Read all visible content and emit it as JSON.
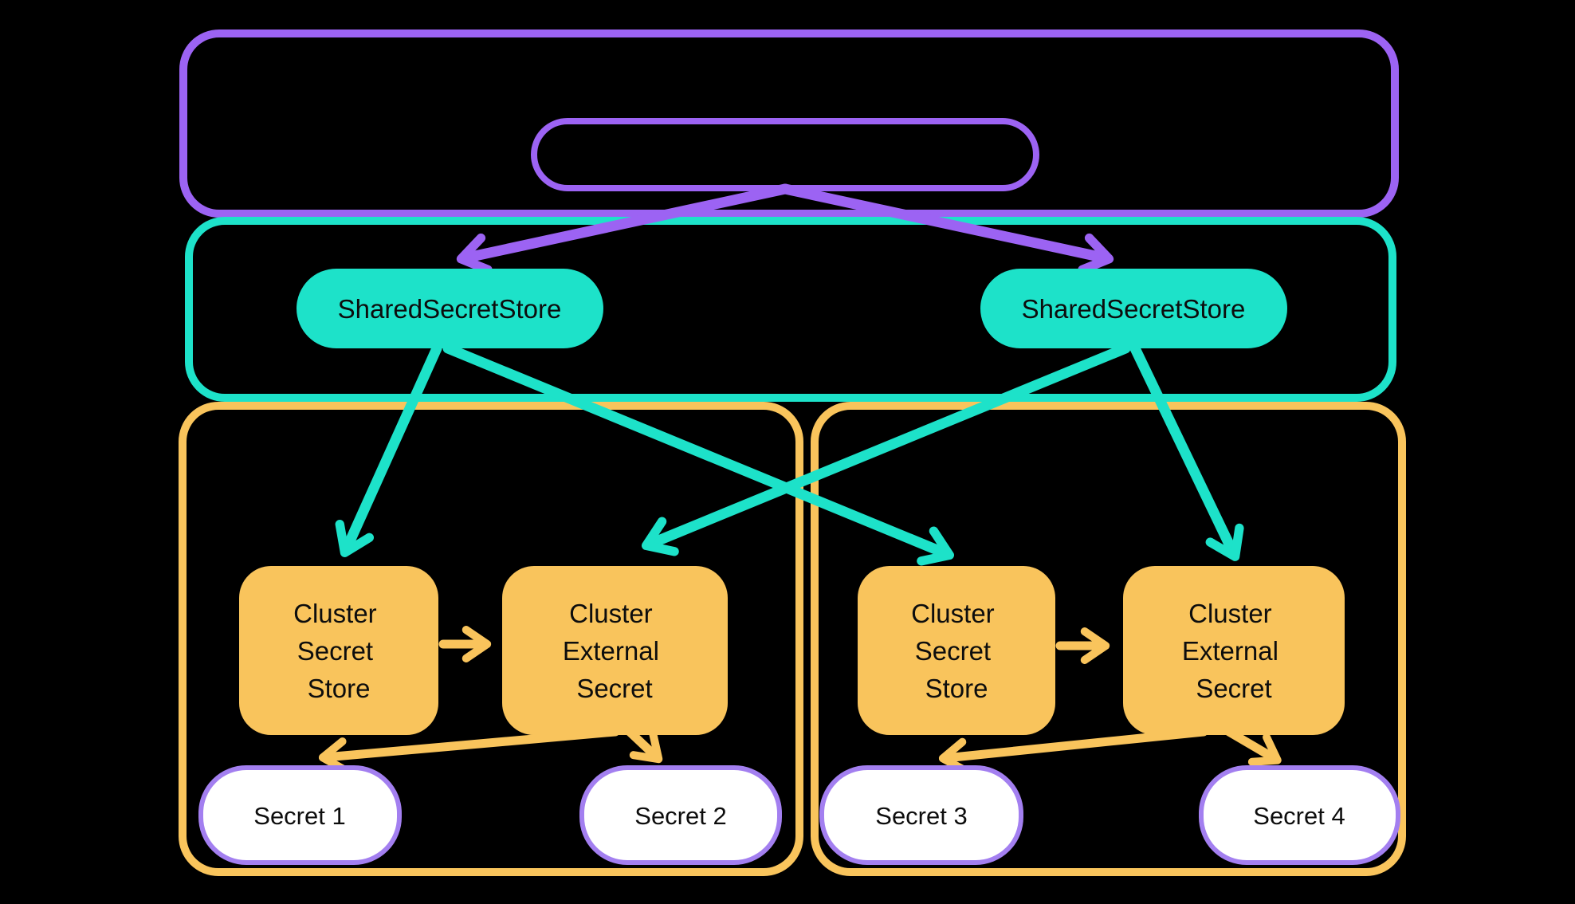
{
  "colors": {
    "background": "#000000",
    "purple": "#9c63f3",
    "teal": "#1de2c9",
    "yellow": "#f9c45c",
    "secret_border": "#a37ff0",
    "white": "#ffffff",
    "text": "#0d0d0d"
  },
  "management_section": {
    "note": ""
  },
  "shared_stores": [
    {
      "label": "SharedSecretStore"
    },
    {
      "label": "SharedSecretStore"
    }
  ],
  "clusters": [
    {
      "secret_store": {
        "lines": [
          "Cluster",
          "Secret",
          "Store"
        ]
      },
      "external_secret": {
        "lines": [
          "Cluster",
          "External",
          "Secret"
        ]
      },
      "secrets": [
        {
          "label": "Secret 1"
        },
        {
          "label": "Secret 2"
        }
      ]
    },
    {
      "secret_store": {
        "lines": [
          "Cluster",
          "Secret",
          "Store"
        ]
      },
      "external_secret": {
        "lines": [
          "Cluster",
          "External",
          "Secret"
        ]
      },
      "secrets": [
        {
          "label": "Secret 3"
        },
        {
          "label": "Secret 4"
        }
      ]
    }
  ],
  "edges": [
    {
      "from": "management-pill",
      "to": "shared-secret-store-left",
      "color": "purple"
    },
    {
      "from": "management-pill",
      "to": "shared-secret-store-right",
      "color": "purple"
    },
    {
      "from": "shared-secret-store-left",
      "to": "cluster1-secret-store",
      "color": "teal"
    },
    {
      "from": "shared-secret-store-left",
      "to": "cluster2-secret-store",
      "color": "teal"
    },
    {
      "from": "shared-secret-store-right",
      "to": "cluster1-external-secret",
      "color": "teal"
    },
    {
      "from": "shared-secret-store-right",
      "to": "cluster2-external-secret",
      "color": "teal"
    },
    {
      "from": "cluster1-secret-store",
      "to": "cluster1-external-secret",
      "color": "yellow"
    },
    {
      "from": "cluster1-external-secret",
      "to": "secret-1",
      "color": "yellow"
    },
    {
      "from": "cluster1-external-secret",
      "to": "secret-2",
      "color": "yellow"
    },
    {
      "from": "cluster2-secret-store",
      "to": "cluster2-external-secret",
      "color": "yellow"
    },
    {
      "from": "cluster2-external-secret",
      "to": "secret-3",
      "color": "yellow"
    },
    {
      "from": "cluster2-external-secret",
      "to": "secret-4",
      "color": "yellow"
    }
  ]
}
